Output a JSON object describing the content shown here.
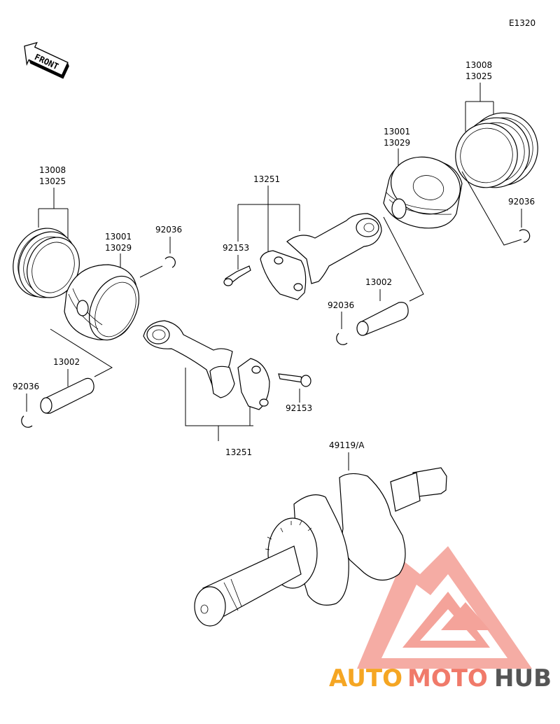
{
  "diagram_code": "E1320",
  "front_label": "FRONT",
  "labels": {
    "ring_set_right": [
      "13008",
      "13025"
    ],
    "piston_right": [
      "13001",
      "13029"
    ],
    "rod_right": "13251",
    "bolt_right": "92153",
    "clip_right_upper": "92036",
    "clip_right_lower": "92036",
    "pin_right": "13002",
    "ring_set_left": [
      "13008",
      "13025"
    ],
    "piston_left": [
      "13001",
      "13029"
    ],
    "clip_left_upper": "92036",
    "pin_left": "13002",
    "clip_left_lower": "92036",
    "bolt_left": "92153",
    "rod_left": "13251",
    "crankshaft": "49119/A"
  },
  "watermark": {
    "part1": "AUTO",
    "part2": "MOTO",
    "part3": "HUB",
    "colors": {
      "auto": "#f5a623",
      "moto": "#f07a6a",
      "hub": "#555555",
      "logo": "#f4a39a"
    }
  }
}
